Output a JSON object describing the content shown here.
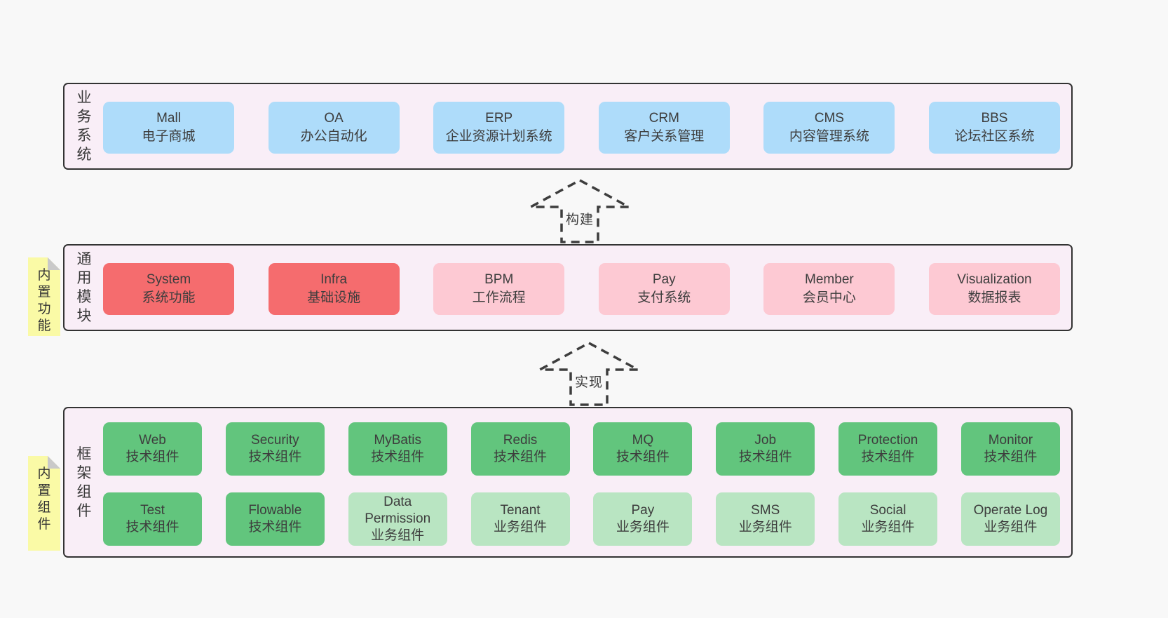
{
  "colors": {
    "pageBg": "#f8f8f8",
    "panelBg": "#f9eef7",
    "panelBorder": "#333333",
    "blue": "#aedcfa",
    "red": "#f56c6e",
    "pink": "#fdc9d3",
    "green": "#62c57d",
    "lightGreen": "#b9e5c2",
    "noteYellow": "#fafaa6",
    "noteFold": "#c9c9c9",
    "text": "#3b3b3b",
    "arrow": "#3d3d3d"
  },
  "arrows": [
    {
      "label": "构建"
    },
    {
      "label": "实现"
    }
  ],
  "layers": [
    {
      "title": "业务系统",
      "title_vertical": "业\n务\n系\n统",
      "boxes": [
        {
          "name": "Mall",
          "subtitle": "电子商城",
          "variant": "blue"
        },
        {
          "name": "OA",
          "subtitle": "办公自动化",
          "variant": "blue"
        },
        {
          "name": "ERP",
          "subtitle": "企业资源计划系统",
          "variant": "blue"
        },
        {
          "name": "CRM",
          "subtitle": "客户关系管理",
          "variant": "blue"
        },
        {
          "name": "CMS",
          "subtitle": "内容管理系统",
          "variant": "blue"
        },
        {
          "name": "BBS",
          "subtitle": "论坛社区系统",
          "variant": "blue"
        }
      ]
    },
    {
      "title": "通用模块",
      "title_vertical": "通\n用\n模\n块",
      "note": {
        "label": "内置功能",
        "label_vertical": "内\n置\n功\n能"
      },
      "boxes": [
        {
          "name": "System",
          "subtitle": "系统功能",
          "variant": "red"
        },
        {
          "name": "Infra",
          "subtitle": "基础设施",
          "variant": "red"
        },
        {
          "name": "BPM",
          "subtitle": "工作流程",
          "variant": "pink"
        },
        {
          "name": "Pay",
          "subtitle": "支付系统",
          "variant": "pink"
        },
        {
          "name": "Member",
          "subtitle": "会员中心",
          "variant": "pink"
        },
        {
          "name": "Visualization",
          "subtitle": "数据报表",
          "variant": "pink"
        }
      ]
    },
    {
      "title": "框架组件",
      "title_vertical": "框\n架\n组\n件",
      "note": {
        "label": "内置组件",
        "label_vertical": "内\n置\n组\n件"
      },
      "rows": [
        [
          {
            "name": "Web",
            "subtitle": "技术组件",
            "variant": "green"
          },
          {
            "name": "Security",
            "subtitle": "技术组件",
            "variant": "green"
          },
          {
            "name": "MyBatis",
            "subtitle": "技术组件",
            "variant": "green"
          },
          {
            "name": "Redis",
            "subtitle": "技术组件",
            "variant": "green"
          },
          {
            "name": "MQ",
            "subtitle": "技术组件",
            "variant": "green"
          },
          {
            "name": "Job",
            "subtitle": "技术组件",
            "variant": "green"
          },
          {
            "name": "Protection",
            "subtitle": "技术组件",
            "variant": "green"
          },
          {
            "name": "Monitor",
            "subtitle": "技术组件",
            "variant": "green"
          }
        ],
        [
          {
            "name": "Test",
            "subtitle": "技术组件",
            "variant": "green"
          },
          {
            "name": "Flowable",
            "subtitle": "技术组件",
            "variant": "green"
          },
          {
            "name": "Data Permission",
            "subtitle": "业务组件",
            "variant": "lightGreen"
          },
          {
            "name": "Tenant",
            "subtitle": "业务组件",
            "variant": "lightGreen"
          },
          {
            "name": "Pay",
            "subtitle": "业务组件",
            "variant": "lightGreen"
          },
          {
            "name": "SMS",
            "subtitle": "业务组件",
            "variant": "lightGreen"
          },
          {
            "name": "Social",
            "subtitle": "业务组件",
            "variant": "lightGreen"
          },
          {
            "name": "Operate Log",
            "subtitle": "业务组件",
            "variant": "lightGreen"
          }
        ]
      ]
    }
  ]
}
